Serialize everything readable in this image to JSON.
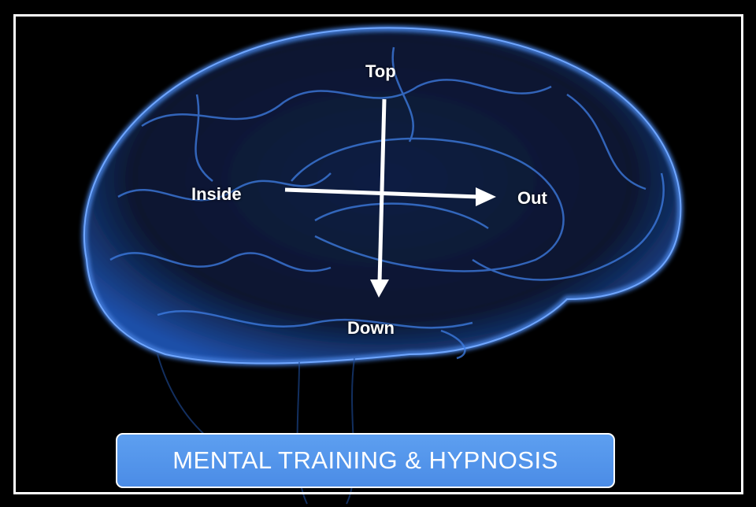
{
  "labels": {
    "top": "Top",
    "down": "Down",
    "inside": "Inside",
    "out": "Out"
  },
  "banner": {
    "title": "MENTAL TRAINING & HYPNOSIS"
  },
  "colors": {
    "brain_glow": "#3d7ee8",
    "banner": "#5596ec",
    "frame": "#ffffff"
  }
}
